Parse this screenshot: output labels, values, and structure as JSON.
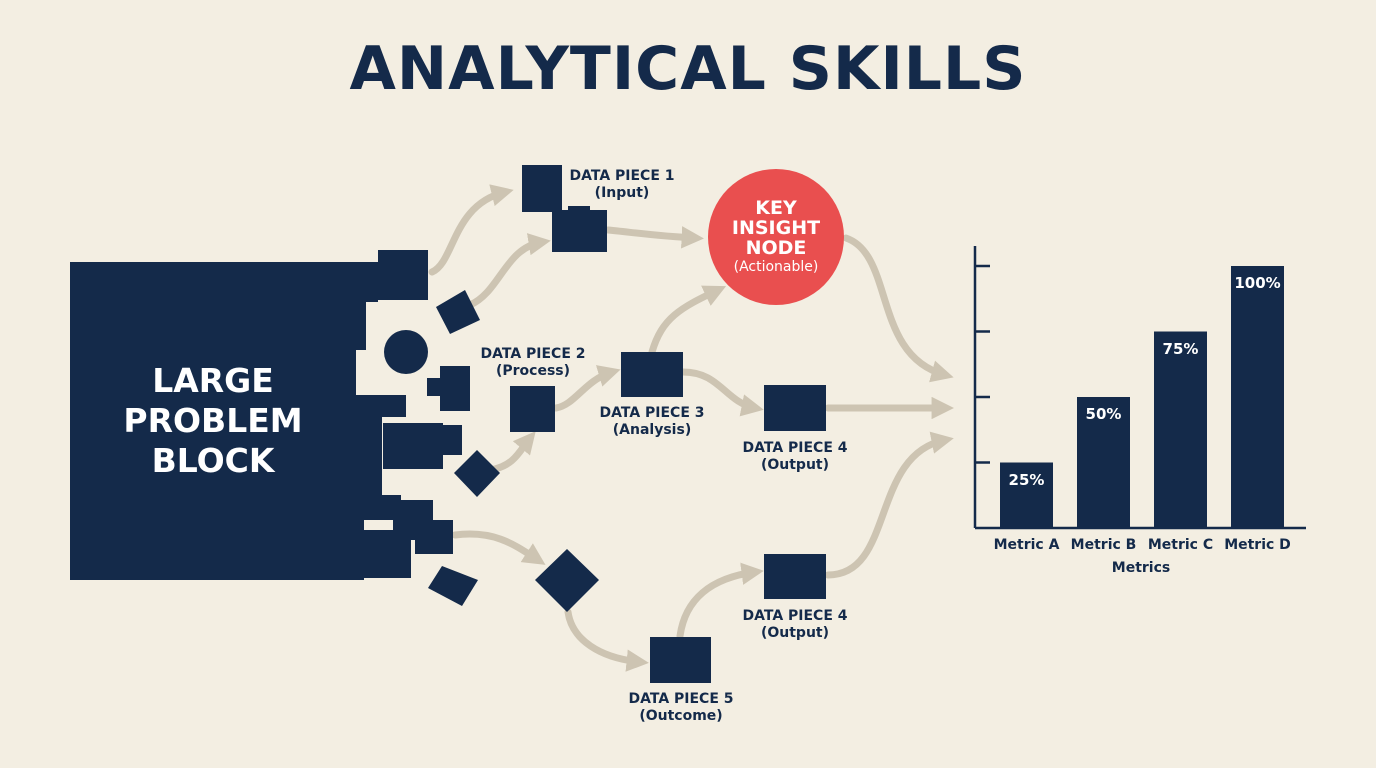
{
  "title": "ANALYTICAL SKILLS",
  "problem_block": {
    "lines": [
      "LARGE",
      "PROBLEM",
      "BLOCK"
    ]
  },
  "key_insight": {
    "lines": [
      "KEY",
      "INSIGHT",
      "NODE"
    ],
    "sub": "(Actionable)"
  },
  "data_pieces": {
    "p1": {
      "name": "DATA PIECE 1",
      "role": "(Input)"
    },
    "p2": {
      "name": "DATA PIECE 2",
      "role": "(Process)"
    },
    "p3": {
      "name": "DATA PIECE 3",
      "role": "(Analysis)"
    },
    "p4a": {
      "name": "DATA PIECE 4",
      "role": "(Output)"
    },
    "p4b": {
      "name": "DATA PIECE 4",
      "role": "(Output)"
    },
    "p5": {
      "name": "DATA PIECE 5",
      "role": "(Outcome)"
    }
  },
  "colors": {
    "navy": "#142a4a",
    "accent": "#e94f4f",
    "arrow": "#cdc4b2",
    "background": "#f3eee2"
  },
  "chart_data": {
    "type": "bar",
    "categories": [
      "Metric A",
      "Metric B",
      "Metric C",
      "Metric D"
    ],
    "values": [
      25,
      50,
      75,
      100
    ],
    "data_labels": [
      "25%",
      "50%",
      "75%",
      "100%"
    ],
    "xlabel": "Metrics",
    "ylabel": "",
    "ylim": [
      0,
      100
    ],
    "grid": false
  }
}
